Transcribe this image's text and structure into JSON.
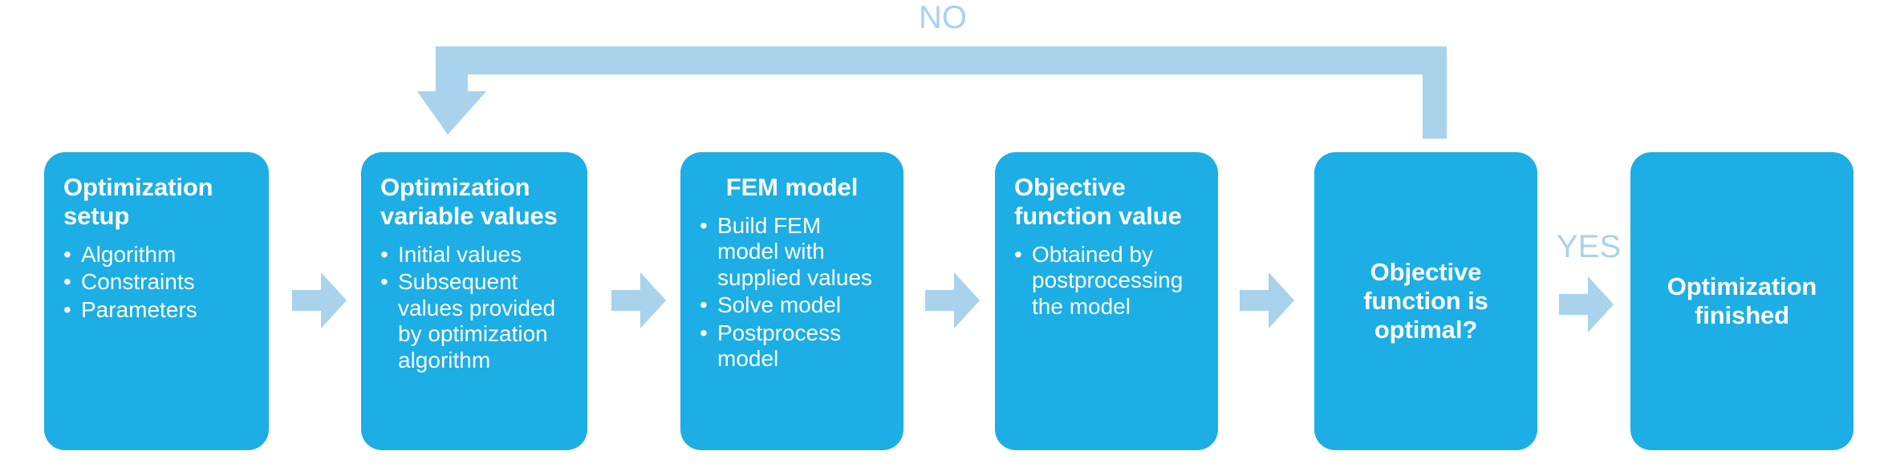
{
  "diagram": {
    "title": "Optimization loop flowchart",
    "colors": {
      "node_fill": "#1CAEE4",
      "arrow_fill": "#A9D2EC",
      "node_text": "#FFFFFF",
      "label_text": "#A9D2EC",
      "background": "#FFFFFF"
    },
    "nodes": [
      {
        "id": "optimization-setup",
        "title": "Optimization setup",
        "bullets": [
          "Algorithm",
          "Constraints",
          "Parameters"
        ],
        "centered": false
      },
      {
        "id": "optimization-variable-values",
        "title": "Optimization variable values",
        "bullets": [
          "Initial values",
          "Subsequent values provided by optimization algorithm"
        ],
        "centered": false
      },
      {
        "id": "fem-model",
        "title": "FEM model",
        "bullets": [
          "Build FEM model with supplied values",
          "Solve model",
          "Postprocess model"
        ],
        "centered": false
      },
      {
        "id": "objective-function-value",
        "title": "Objective function value",
        "bullets": [
          "Obtained by postprocessing the model"
        ],
        "centered": false
      },
      {
        "id": "objective-function-is-optimal",
        "title": "Objective function is optimal?",
        "bullets": [],
        "centered": true
      },
      {
        "id": "optimization-finished",
        "title": "Optimization finished",
        "bullets": [],
        "centered": true
      }
    ],
    "edge_labels": {
      "no": "NO",
      "yes": "YES"
    }
  }
}
